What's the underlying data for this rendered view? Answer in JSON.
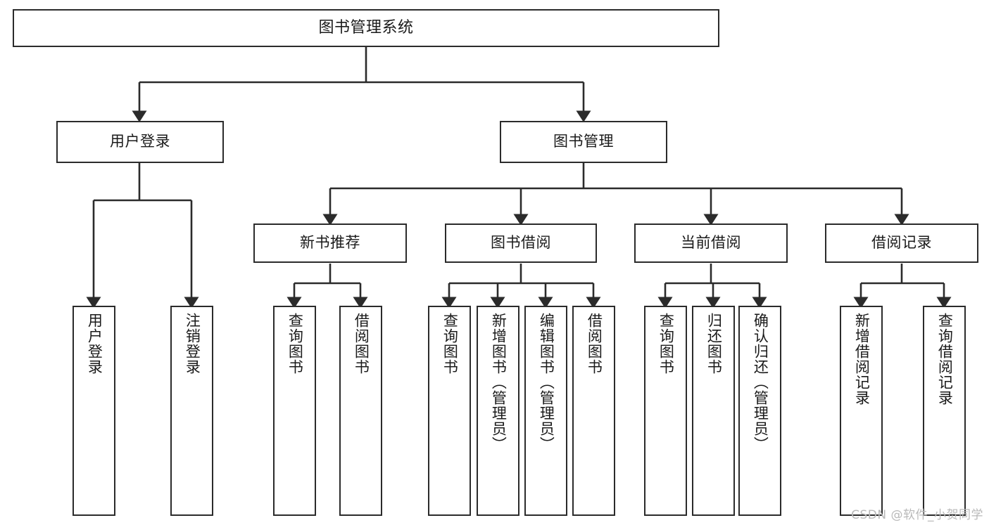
{
  "diagram": {
    "title": "图书管理系统",
    "type": "tree",
    "theme": {
      "background": "#ffffff",
      "stroke": "#2b2b2b",
      "box_fill": "#ffffff",
      "text": "#1a1a1a",
      "watermark": "#b9b9b9"
    },
    "root": {
      "label": "图书管理系统"
    },
    "level2": [
      {
        "label": "用户登录"
      },
      {
        "label": "图书管理"
      }
    ],
    "level3": [
      {
        "label": "新书推荐"
      },
      {
        "label": "图书借阅"
      },
      {
        "label": "当前借阅"
      },
      {
        "label": "借阅记录"
      }
    ],
    "leaves": {
      "user_login": [
        {
          "label": "用户登录"
        },
        {
          "label": "注销登录"
        }
      ],
      "new_book_recommend": [
        {
          "label": "查询图书"
        },
        {
          "label": "借阅图书"
        }
      ],
      "book_borrow": [
        {
          "label": "查询图书"
        },
        {
          "label": "新增图书（管理员）"
        },
        {
          "label": "编辑图书（管理员）"
        },
        {
          "label": "借阅图书"
        }
      ],
      "current_borrow": [
        {
          "label": "查询图书"
        },
        {
          "label": "归还图书"
        },
        {
          "label": "确认归还（管理员）"
        }
      ],
      "borrow_record": [
        {
          "label": "新增借阅记录"
        },
        {
          "label": "查询借阅记录"
        }
      ]
    }
  },
  "watermark": {
    "text": "CSDN @软件_小贺同学"
  }
}
